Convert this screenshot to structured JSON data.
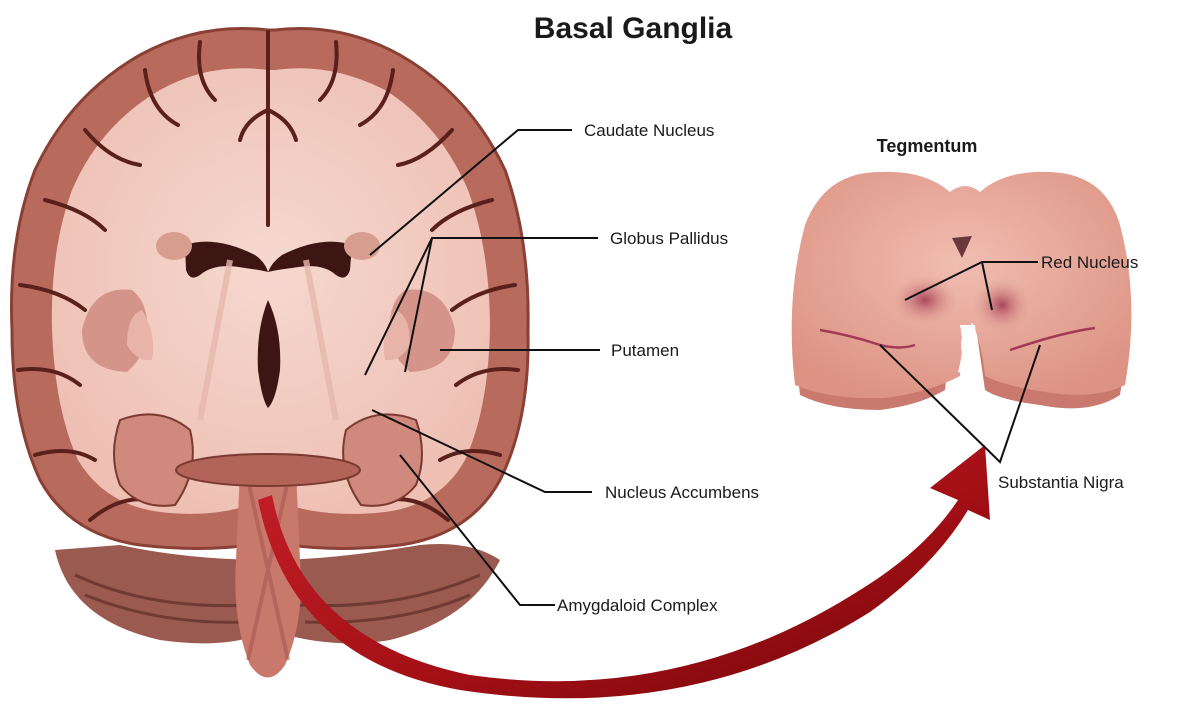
{
  "title": "Basal Ganglia",
  "inset_title": "Tegmentum",
  "labels": {
    "caudate": "Caudate Nucleus",
    "globus": "Globus Pallidus",
    "putamen": "Putamen",
    "accumbens": "Nucleus Accumbens",
    "amygdala": "Amygdaloid Complex",
    "red_nucleus": "Red Nucleus",
    "substantia_nigra": "Substantia Nigra"
  },
  "colors": {
    "gray_matter": "#b8665a",
    "white_matter": "#f0c9bf",
    "ventricle": "#3d1512",
    "arrow": "#a30f14",
    "tegmentum": "#e8a89b"
  }
}
